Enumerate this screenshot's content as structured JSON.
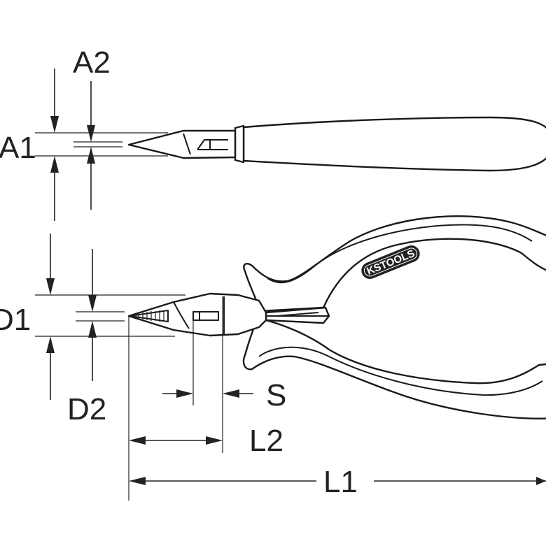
{
  "labels": {
    "a1": "A1",
    "a2": "A2",
    "d1": "D1",
    "d2": "D2",
    "s": "S",
    "l1": "L1",
    "l2": "L2"
  },
  "logo": {
    "text": "KSTOOLS"
  },
  "colors": {
    "line": "#222222",
    "background": "#ffffff"
  }
}
